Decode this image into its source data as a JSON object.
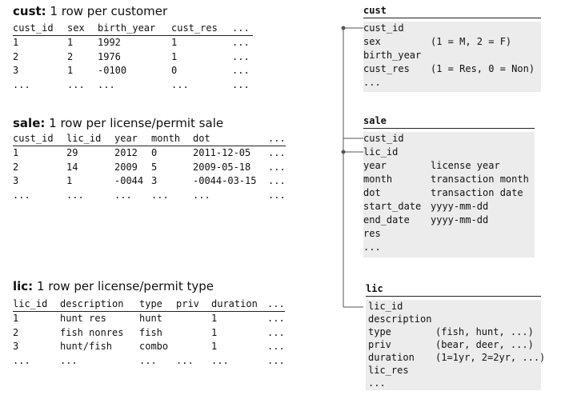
{
  "cust_section": {
    "name": "cust:",
    "desc": " 1 row per customer",
    "headers": [
      "cust_id",
      "sex",
      "birth_year",
      "cust_res",
      "..."
    ],
    "rows": [
      [
        "1",
        "1",
        "1992",
        "1",
        "..."
      ],
      [
        "2",
        "2",
        "1976",
        "1",
        "..."
      ],
      [
        "3",
        "1",
        "-0100",
        "0",
        "..."
      ],
      [
        "...",
        "...",
        "...",
        "...",
        "..."
      ]
    ]
  },
  "sale_section": {
    "name": "sale:",
    "desc": " 1 row per license/permit sale",
    "headers": [
      "cust_id",
      "lic_id",
      "year",
      "month",
      "dot",
      "..."
    ],
    "rows": [
      [
        "1",
        "29",
        "2012",
        "0",
        "2011-12-05",
        "..."
      ],
      [
        "2",
        "14",
        "2009",
        "5",
        "2009-05-18",
        "..."
      ],
      [
        "3",
        "1",
        "-0044",
        "3",
        "-0044-03-15",
        "..."
      ],
      [
        "...",
        "...",
        "...",
        "...",
        "...",
        "..."
      ]
    ]
  },
  "lic_section": {
    "name": "lic:",
    "desc": " 1 row per license/permit type",
    "headers": [
      "lic_id",
      "description",
      "type",
      "priv",
      "duration",
      "..."
    ],
    "rows": [
      [
        "1",
        "hunt res",
        "hunt",
        "",
        "1",
        "..."
      ],
      [
        "2",
        "fish nonres",
        "fish",
        "",
        "1",
        "..."
      ],
      [
        "3",
        "hunt/fish",
        "combo",
        "",
        "1",
        "..."
      ],
      [
        "...",
        "...",
        "...",
        "...",
        "...",
        "..."
      ]
    ]
  },
  "schema": {
    "cust": {
      "title": "cust",
      "fields": [
        {
          "name": "cust_id",
          "note": ""
        },
        {
          "name": "sex",
          "note": "(1 = M, 2 = F)"
        },
        {
          "name": "birth_year",
          "note": ""
        },
        {
          "name": "cust_res",
          "note": "(1 = Res, 0 = Non)"
        },
        {
          "name": "...",
          "note": ""
        }
      ]
    },
    "sale": {
      "title": "sale",
      "fields": [
        {
          "name": "cust_id",
          "note": ""
        },
        {
          "name": "lic_id",
          "note": ""
        },
        {
          "name": "year",
          "note": "license year"
        },
        {
          "name": "month",
          "note": "transaction month"
        },
        {
          "name": "dot",
          "note": "transaction date"
        },
        {
          "name": "start_date",
          "note": "yyyy-mm-dd"
        },
        {
          "name": "end_date",
          "note": "yyyy-mm-dd"
        },
        {
          "name": "res",
          "note": ""
        },
        {
          "name": "...",
          "note": ""
        }
      ]
    },
    "lic": {
      "title": "lic",
      "fields": [
        {
          "name": "lic_id",
          "note": ""
        },
        {
          "name": "description",
          "note": ""
        },
        {
          "name": "type",
          "note": "(fish, hunt, ...)"
        },
        {
          "name": "priv",
          "note": "(bear, deer, ...)"
        },
        {
          "name": "duration",
          "note": "(1=1yr, 2=2yr, ...)"
        },
        {
          "name": "lic_res",
          "note": ""
        },
        {
          "name": "...",
          "note": ""
        }
      ]
    }
  }
}
